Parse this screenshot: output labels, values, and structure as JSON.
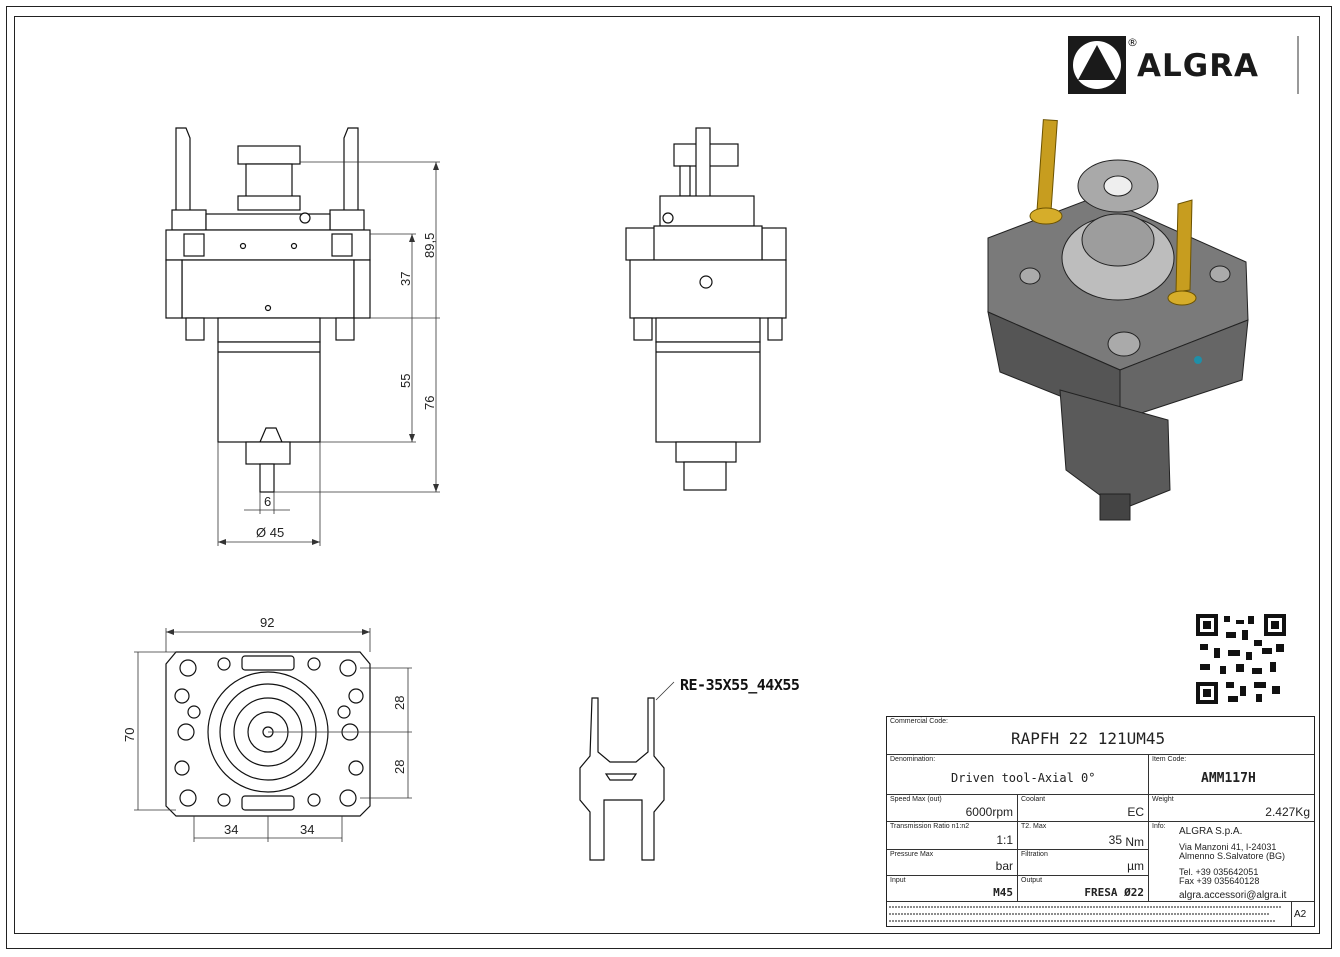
{
  "brand": {
    "name": "ALGRA",
    "registered": "®"
  },
  "profile_label": "RE-35X55_44X55",
  "dimensions": {
    "front": {
      "d1": "89,5",
      "d2": "37",
      "d3": "55",
      "d4": "76",
      "d5": "6",
      "d6": "Ø 45"
    },
    "bottom": {
      "width": "92",
      "height": "70",
      "r1": "28",
      "r2": "28",
      "b1": "34",
      "b2": "34"
    }
  },
  "title_block": {
    "commercial_code_caption": "Commercial Code:",
    "commercial_code": "RAPFH 22 121UM45",
    "denomination_caption": "Denomination:",
    "denomination": "Driven tool-Axial 0°",
    "item_code_caption": "Item Code:",
    "item_code": "AMM117H",
    "speed_caption": "Speed Max (out)",
    "speed": "6000rpm",
    "coolant_caption": "Coolant",
    "coolant": "EC",
    "weight_caption": "Weight",
    "weight": "2.427Kg",
    "ratio_caption": "Transmission Ratio n1:n2",
    "ratio": "1:1",
    "torque_caption": "T2. Max",
    "torque": "35",
    "torque_unit": "Nm",
    "info_caption": "Info:",
    "info_company": "ALGRA S.p.A.",
    "info_address1": "Via Manzoni 41, I-24031",
    "info_address2": "Almenno S.Salvatore (BG)",
    "info_tel": "Tel. +39 035642051",
    "info_fax": "Fax +39 035640128",
    "info_email": "algra.accessori@algra.it",
    "pressure_caption": "Pressure Max",
    "pressure_unit": "bar",
    "filtration_caption": "Filtration",
    "filtration_unit": "µm",
    "input_caption": "Input",
    "input": "M45",
    "output_caption": "Output",
    "output": "FRESA Ø22",
    "sheet_size": "A2"
  }
}
